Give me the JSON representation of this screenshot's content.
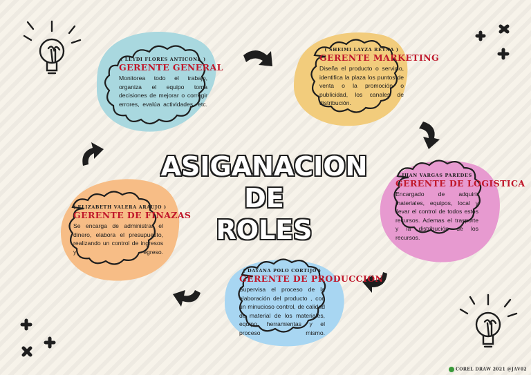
{
  "title_line1": "ASIGANACION DE",
  "title_line2": "ROLES",
  "cards": {
    "general": {
      "person": "( LEYDI FLORES ANTICONA )",
      "role": "GERENTE GENERAL",
      "description": "Monitorea todo el trabajo, organiza el equipo toma decisiones de mejorar o corregir errores, evalúa actividades, etc.",
      "blob_color": "#a9d8df"
    },
    "marketing": {
      "person": "( SHEIMI LAYZA REYNA )",
      "role": "GERENTE MARKETING",
      "description": "Diseña el producto o servicio, identifica la plaza los puntos de venta o la promoción o publicidad, los canales de distribución.",
      "blob_color": "#f2cc7c"
    },
    "logistica": {
      "person": "( JHAN VARGAS PAREDES )",
      "role": "GERENTE DE LOGISTICA",
      "description": "Encargado de adquirir materiales, equipos, local y llevar el control de todos estos recursos. Ademas el trasporte y la distribución de los recursos.",
      "blob_color": "#e79ad0"
    },
    "produccion": {
      "person": "( DAYANA POLO CORTIJO )",
      "role": "GERENTE DE PRODUCCION",
      "description": "Supervisa el proceso de la elaboración del producto , con un minucioso control, de calidad de material de los materiales, equipo, herramientas y el proceso mismo.",
      "blob_color": "#a8d6f2"
    },
    "finanzas": {
      "person": "( ELIZABETH VALERA ARAUJO )",
      "role": "GERENTE DE FINAZAS",
      "description": "Se encarga de administrar el dinero, elabora el presupuesto, realizando un control de ingresos y egreso.",
      "blob_color": "#f7bd86"
    }
  },
  "credit": "COREL DRAW 2021 @JAV02"
}
